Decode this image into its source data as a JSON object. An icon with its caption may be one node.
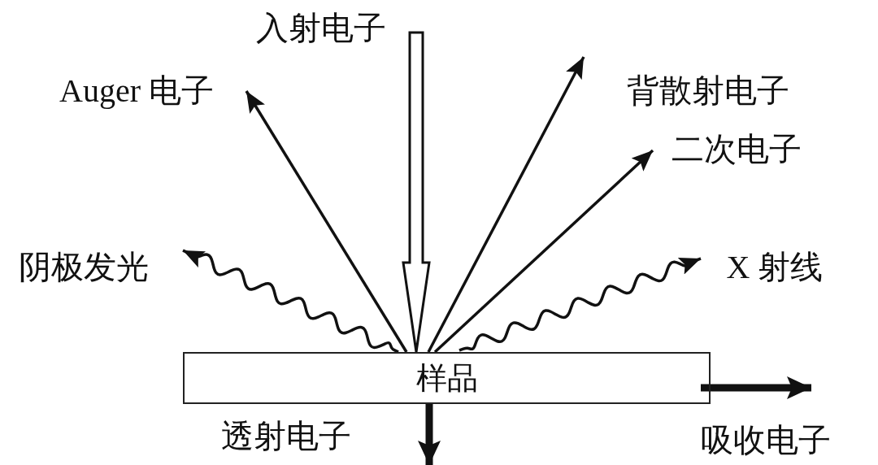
{
  "diagram": {
    "nodes": [
      {
        "text": [
          "样品"
        ]
      },
      {
        "text": [
          "入射电子"
        ]
      },
      {
        "text": [
          "Auger 电子"
        ]
      },
      {
        "text": [
          "背散射电子"
        ]
      },
      {
        "text": [
          "二次电子"
        ]
      },
      {
        "text": [
          "阴极发光"
        ]
      },
      {
        "text": [
          "X 射线"
        ]
      }
    ],
    "edges": [
      {
        "from": 1,
        "to": 0,
        "arrow": "to"
      },
      {
        "from": 0,
        "to": 2,
        "arrow": "to"
      },
      {
        "from": 0,
        "to": 3,
        "arrow": "to"
      },
      {
        "from": 0,
        "to": 4,
        "arrow": "to"
      },
      {
        "from": 0,
        "to": 5,
        "arrow": "to"
      },
      {
        "from": 0,
        "to": 6,
        "arrow": "to"
      },
      {
        "from": 0,
        "to": null,
        "arrow": "to",
        "style": "thick"
      },
      {
        "from": 0,
        "to": null,
        "arrow": "to",
        "style": "thick"
      }
    ],
    "labels": [
      "透射电子",
      "吸收电子"
    ]
  }
}
